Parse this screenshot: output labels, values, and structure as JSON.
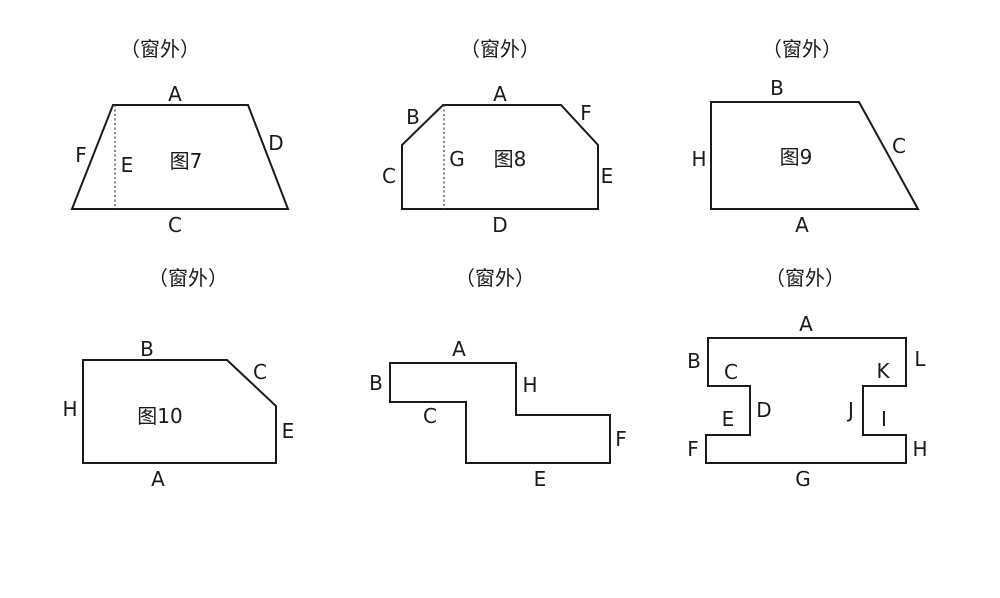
{
  "panels": [
    {
      "title": "（窗外）",
      "figure": "图7",
      "labels": {
        "A": "A",
        "C": "C",
        "D": "D",
        "E": "E",
        "F": "F"
      }
    },
    {
      "title": "（窗外）",
      "figure": "图8",
      "labels": {
        "A": "A",
        "B": "B",
        "C": "C",
        "D": "D",
        "E": "E",
        "F": "F",
        "G": "G"
      }
    },
    {
      "title": "（窗外）",
      "figure": "图9",
      "labels": {
        "A": "A",
        "B": "B",
        "C": "C",
        "H": "H"
      }
    },
    {
      "title": "（窗外）",
      "figure": "图10",
      "labels": {
        "A": "A",
        "B": "B",
        "C": "C",
        "E": "E",
        "H": "H"
      }
    },
    {
      "title": "（窗外）",
      "figure": "",
      "labels": {
        "A": "A",
        "B": "B",
        "C": "C",
        "E": "E",
        "F": "F",
        "H": "H"
      }
    },
    {
      "title": "（窗外）",
      "figure": "",
      "labels": {
        "A": "A",
        "B": "B",
        "C": "C",
        "D": "D",
        "E": "E",
        "F": "F",
        "G": "G",
        "H": "H",
        "I": "I",
        "J": "J",
        "K": "K",
        "L": "L"
      }
    }
  ]
}
